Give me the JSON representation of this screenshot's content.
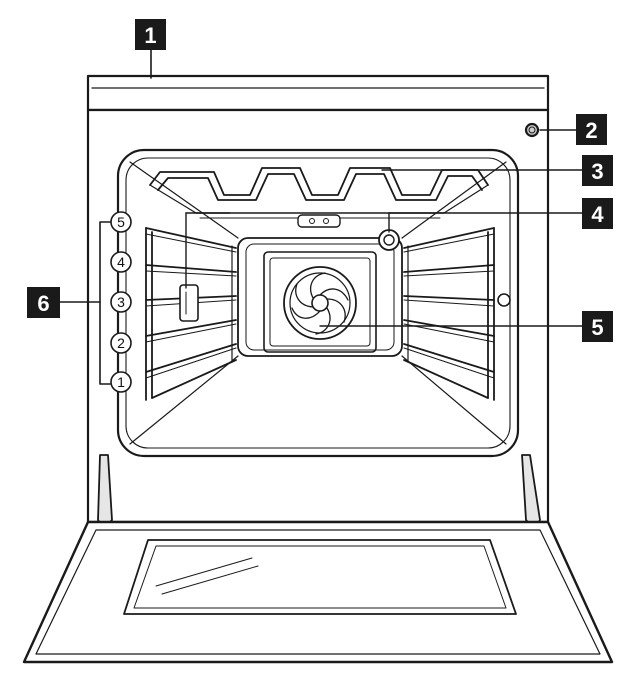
{
  "callouts": [
    {
      "id": "1",
      "label": "1"
    },
    {
      "id": "2",
      "label": "2"
    },
    {
      "id": "3",
      "label": "3"
    },
    {
      "id": "4",
      "label": "4"
    },
    {
      "id": "5",
      "label": "5"
    },
    {
      "id": "6",
      "label": "6"
    }
  ],
  "shelf_levels": [
    "5",
    "4",
    "3",
    "2",
    "1"
  ],
  "colors": {
    "stroke": "#1a1a1a",
    "callout_bg": "#1a1a1a",
    "callout_text": "#ffffff",
    "background": "#ffffff"
  }
}
